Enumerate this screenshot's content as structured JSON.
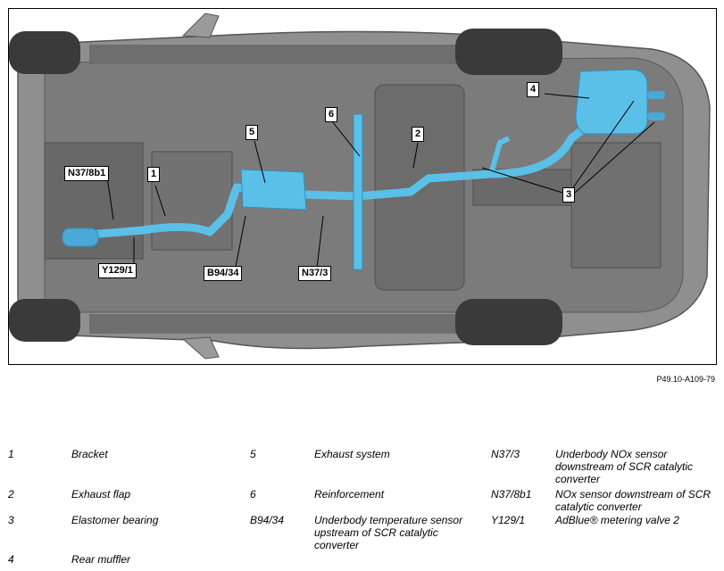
{
  "figure_code": "P49.10-A109-79",
  "callouts": {
    "c1": "1",
    "c2": "2",
    "c3": "3",
    "c4": "4",
    "c5": "5",
    "c6": "6",
    "n37_8b1": "N37/8b1",
    "y129_1": "Y129/1",
    "b94_34": "B94/34",
    "n37_3": "N37/3"
  },
  "legend": [
    {
      "key": "1",
      "text": "Bracket"
    },
    {
      "key": "2",
      "text": "Exhaust flap"
    },
    {
      "key": "3",
      "text": "Elastomer bearing"
    },
    {
      "key": "4",
      "text": "Rear muffler"
    },
    {
      "key": "5",
      "text": "Exhaust system"
    },
    {
      "key": "6",
      "text": "Reinforcement"
    },
    {
      "key": "B94/34",
      "text": "Underbody temperature sensor upstream of SCR catalytic converter"
    },
    {
      "key": "N37/3",
      "text": "Underbody NOx sensor downstream of SCR catalytic converter"
    },
    {
      "key": "N37/8b1",
      "text": "NOx sensor downstream of SCR catalytic converter"
    },
    {
      "key": "Y129/1",
      "text": "AdBlue® metering valve 2"
    }
  ],
  "colors": {
    "exhaust": "#5bc0e8",
    "exhaust_dark": "#2f8fbf",
    "chassis": "#8a8a8a",
    "tire": "#3a3a3a"
  }
}
